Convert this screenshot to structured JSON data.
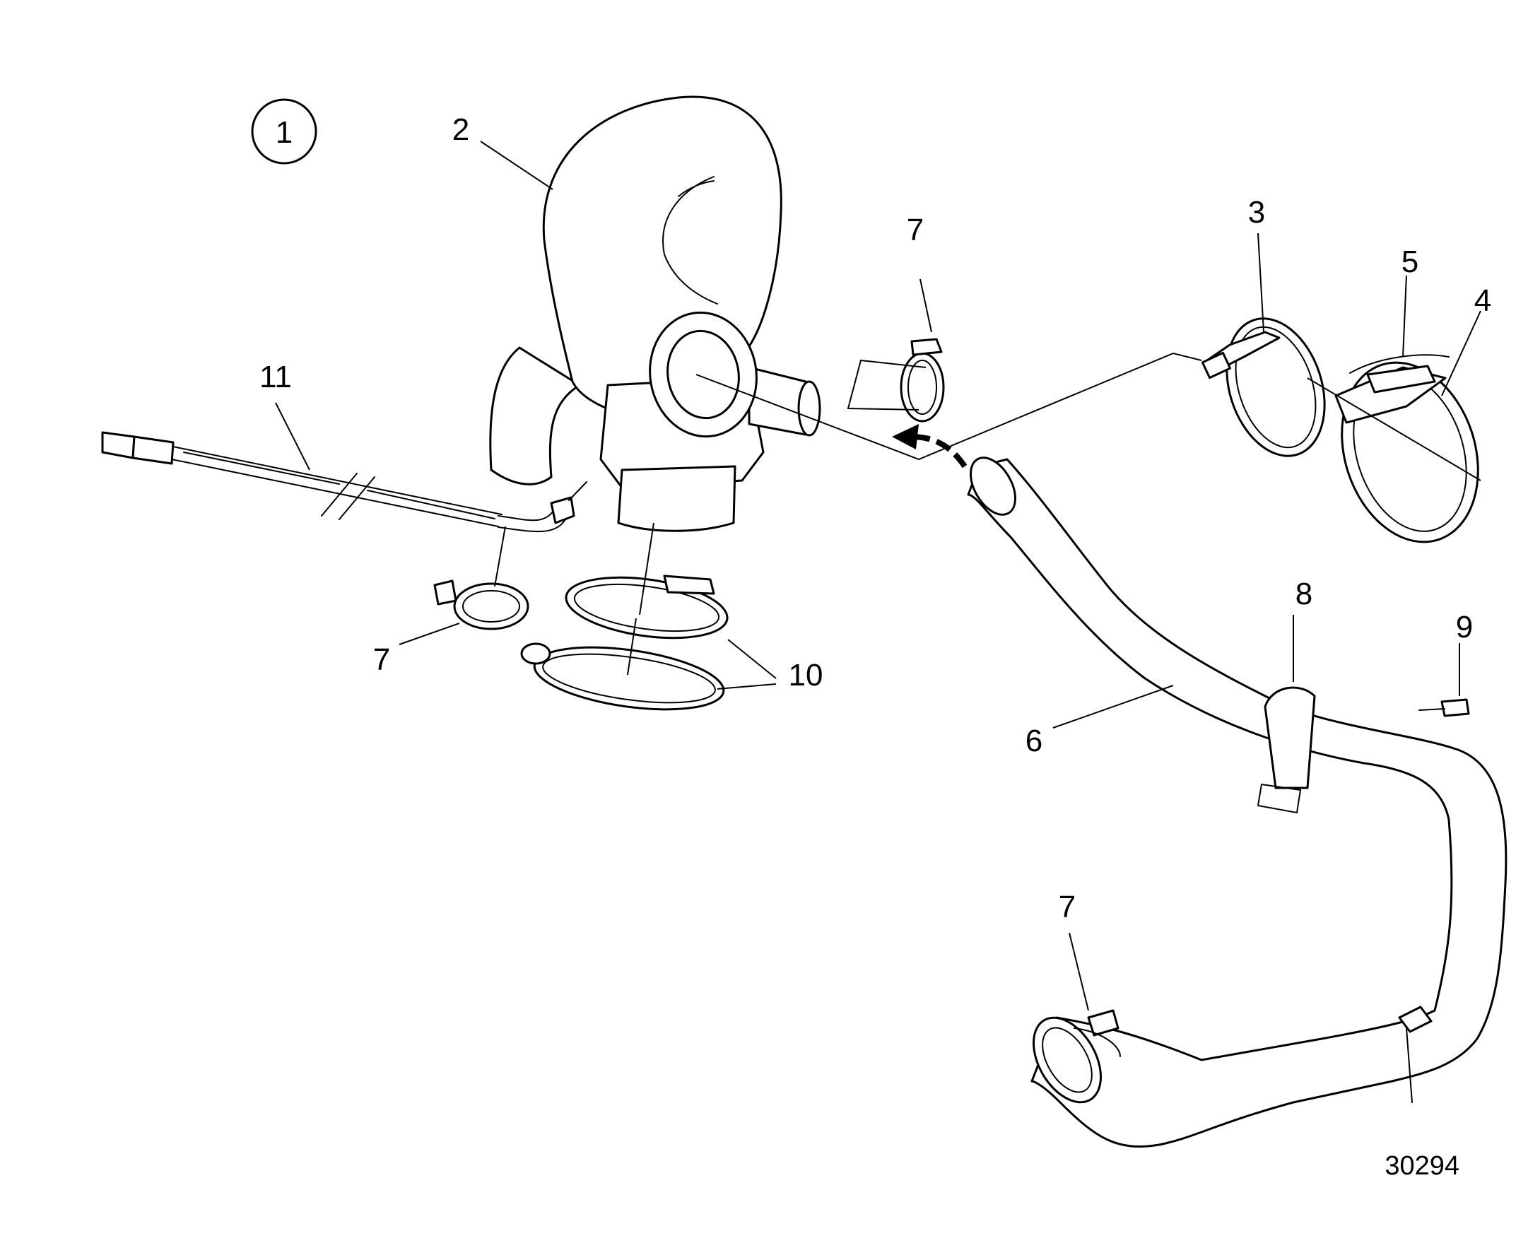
{
  "figure": {
    "number": "1",
    "reference_code": "30294"
  },
  "callouts": [
    {
      "id": "c2",
      "label": "2"
    },
    {
      "id": "c7a",
      "label": "7"
    },
    {
      "id": "c3",
      "label": "3"
    },
    {
      "id": "c5",
      "label": "5"
    },
    {
      "id": "c4",
      "label": "4"
    },
    {
      "id": "c11",
      "label": "11"
    },
    {
      "id": "c8",
      "label": "8"
    },
    {
      "id": "c9",
      "label": "9"
    },
    {
      "id": "c7b",
      "label": "7"
    },
    {
      "id": "c10",
      "label": "10"
    },
    {
      "id": "c6",
      "label": "6"
    },
    {
      "id": "c7c",
      "label": "7"
    }
  ]
}
